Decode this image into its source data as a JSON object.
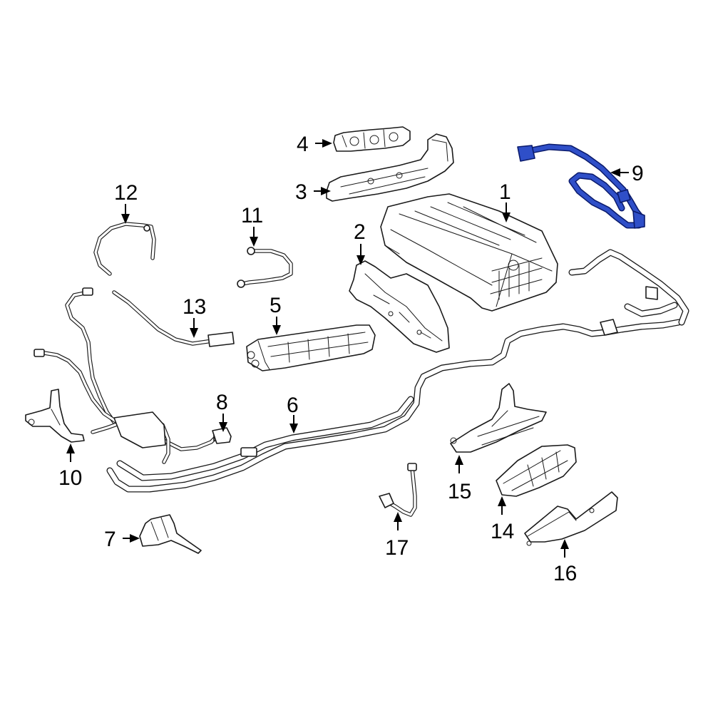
{
  "diagram": {
    "highlight_color": "#2f4fc8",
    "line_color": "#1a1a1a",
    "callouts": [
      {
        "id": "1",
        "label": "1"
      },
      {
        "id": "2",
        "label": "2"
      },
      {
        "id": "3",
        "label": "3"
      },
      {
        "id": "4",
        "label": "4"
      },
      {
        "id": "5",
        "label": "5"
      },
      {
        "id": "6",
        "label": "6"
      },
      {
        "id": "7",
        "label": "7"
      },
      {
        "id": "8",
        "label": "8"
      },
      {
        "id": "9",
        "label": "9"
      },
      {
        "id": "10",
        "label": "10"
      },
      {
        "id": "11",
        "label": "11"
      },
      {
        "id": "12",
        "label": "12"
      },
      {
        "id": "13",
        "label": "13"
      },
      {
        "id": "14",
        "label": "14"
      },
      {
        "id": "15",
        "label": "15"
      },
      {
        "id": "16",
        "label": "16"
      },
      {
        "id": "17",
        "label": "17"
      }
    ],
    "highlighted_part": "9"
  }
}
